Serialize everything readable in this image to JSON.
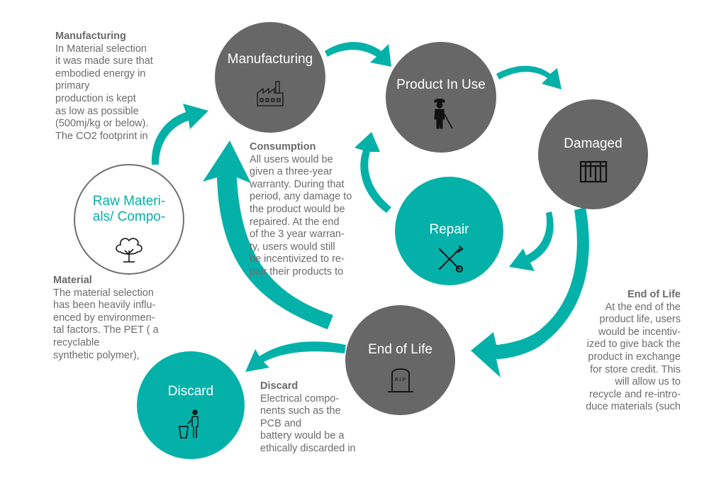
{
  "colors": {
    "gray": "#676767",
    "teal": "#04b1a9",
    "text": "#6c6c6c"
  },
  "nodes": {
    "manufacturing": {
      "label": "Manufacturing",
      "icon": "factory-icon"
    },
    "product_in_use": {
      "label": "Product In Use",
      "icon": "person-with-cane-icon"
    },
    "damaged": {
      "label": "Damaged",
      "icon": "broken-product-icon"
    },
    "repair": {
      "label": "Repair",
      "icon": "tools-icon"
    },
    "end_of_life": {
      "label": "End of Life",
      "icon": "tombstone-icon",
      "icon_text": "R.I.P"
    },
    "discard": {
      "label": "Discard",
      "icon": "trash-bin-icon"
    },
    "raw_materials": {
      "label": "Raw Materi-\nals/ Compo-",
      "icon": "tree-icon"
    }
  },
  "notes": {
    "manufacturing": {
      "heading": "Manufacturing",
      "text": "In Material selection\nit was made sure that\nembodied energy in\nprimary\nproduction is kept\nas low as possible\n(500mj/kg or below).\nThe CO2 footprint in"
    },
    "consumption": {
      "heading": "Consumption",
      "text": "All users would be\ngiven a three-year\nwarranty. During that\nperiod, any damage to\nthe product would be\nrepaired. At the end\nof the 3 year warran-\nty, users would still\nbe incentivized to re-\npair their products to"
    },
    "material": {
      "heading": "Material",
      "text": "The material selection\nhas been heavily influ-\nenced by environmen-\ntal factors. The PET ( a\nrecyclable\nsynthetic polymer),"
    },
    "end_of_life": {
      "heading": "End of Life",
      "text": "At the end of the\nproduct life, users\nwould be incentiv-\nized to give back the\nproduct in exchange\nfor store credit. This\nwill allow us to\nrecycle and re-intro-\nduce materials (such"
    },
    "discard": {
      "heading": "Discard",
      "text": "Electrical compo-\nnents such as the\nPCB and\nbattery would be a\nethically discarded in"
    }
  }
}
